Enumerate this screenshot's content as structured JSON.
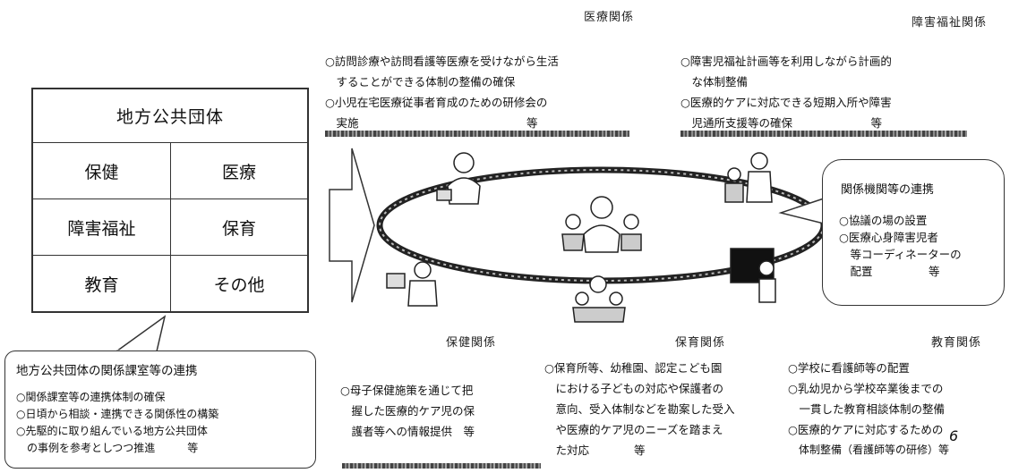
{
  "headers": {
    "medical": "医療関係",
    "disability": "障害福祉関係",
    "health": "保健関係",
    "childcare": "保育関係",
    "education": "教育関係"
  },
  "local_gov": {
    "title": "地方公共団体",
    "cells": [
      "保健",
      "医療",
      "障害福祉",
      "保育",
      "教育",
      "その他"
    ]
  },
  "medical_box": {
    "lines": [
      "○訪問診療や訪問看護等医療を受けながら生活",
      "　することができる体制の整備の確保",
      "○小児在宅医療従事者育成のための研修会の",
      "　実施　　　　　　　　　　　　　　　等"
    ]
  },
  "disability_box": {
    "lines": [
      "○障害児福祉計画等を利用しながら計画的",
      "　な体制整備",
      "○医療的ケアに対応できる短期入所や障害",
      "　児通所支援等の確保　　　　　　　等"
    ]
  },
  "coordination_bubble": {
    "title": "関係機関等の連携",
    "lines": [
      "○協議の場の設置",
      "○医療心身障害児者",
      "　等コーディネーターの",
      "　配置　　　　　等"
    ]
  },
  "local_callout": {
    "title": "地方公共団体の関係課室等の連携",
    "lines": [
      "○関係課室等の連携体制の確保",
      "○日頃から相談・連携できる関係性の構築",
      "○先駆的に取り組んでいる地方公共団体",
      "　の事例を参考としつつ推進　　　等"
    ]
  },
  "health_box": {
    "lines": [
      "○母子保健施策を通じて把",
      "　握した医療的ケア児の保",
      "　護者等への情報提供　等"
    ]
  },
  "childcare_box": {
    "lines": [
      "○保育所等、幼稚園、認定こども園",
      "　における子どもの対応や保護者の",
      "　意向、受入体制などを勘案した受入",
      "　や医療的ケア児のニーズを踏まえ",
      "　た対応　　　　等"
    ]
  },
  "education_box": {
    "lines": [
      "○学校に看護師等の配置",
      "○乳幼児から学校卒業後までの",
      "　一貫した教育相談体制の整備",
      "○医療的ケアに対応するための",
      "　体制整備（看護師等の研修）等"
    ]
  },
  "page_number": "6"
}
